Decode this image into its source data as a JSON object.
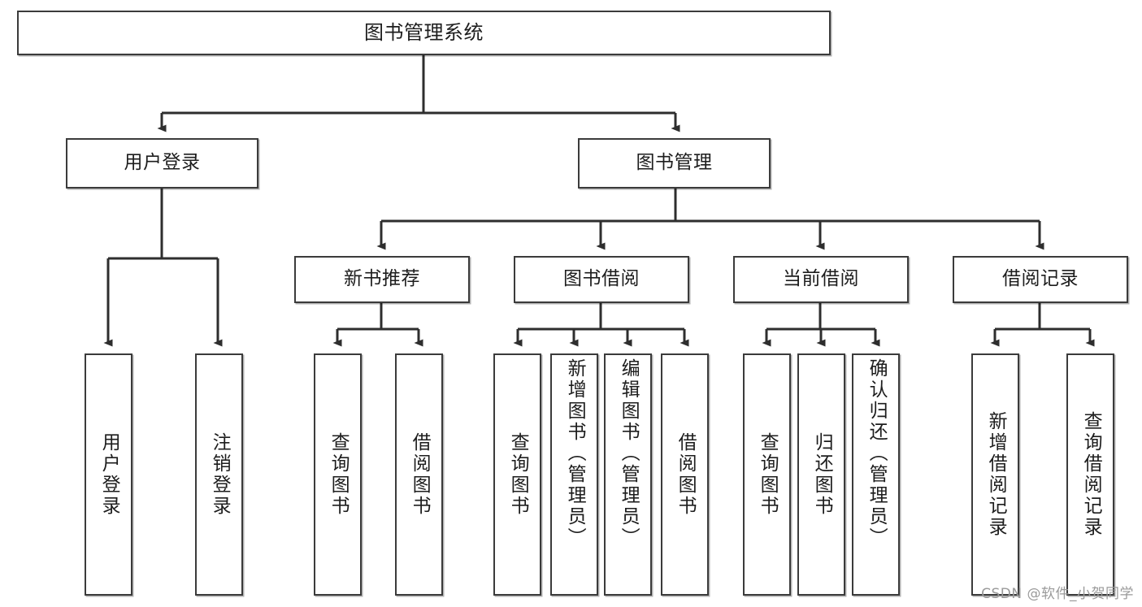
{
  "diagram": {
    "title": "图书管理系统",
    "type": "tree-hierarchy-diagram",
    "root": {
      "label": "图书管理系统"
    },
    "level2": [
      {
        "label": "用户登录"
      },
      {
        "label": "图书管理"
      }
    ],
    "level3": [
      {
        "label": "新书推荐"
      },
      {
        "label": "图书借阅"
      },
      {
        "label": "当前借阅"
      },
      {
        "label": "借阅记录"
      }
    ],
    "leaves": {
      "user_login": [
        {
          "label": "用户登录"
        },
        {
          "label": "注销登录"
        }
      ],
      "new_book_recommend": [
        {
          "label": "查询图书"
        },
        {
          "label": "借阅图书"
        }
      ],
      "book_borrow": [
        {
          "label": "查询图书"
        },
        {
          "label": "新增图书（管理员）"
        },
        {
          "label": "编辑图书（管理员）"
        },
        {
          "label": "借阅图书"
        }
      ],
      "current_borrow": [
        {
          "label": "查询图书"
        },
        {
          "label": "归还图书"
        },
        {
          "label": "确认归还（管理员）"
        }
      ],
      "borrow_record": [
        {
          "label": "新增借阅记录"
        },
        {
          "label": "查询借阅记录"
        }
      ]
    }
  },
  "watermark": {
    "text": "CSDN @软件_小贺同学"
  },
  "colors": {
    "stroke": "#3b3b3b",
    "text": "#1d1d1d",
    "background": "#ffffff",
    "watermark": "#9a9a9a"
  }
}
